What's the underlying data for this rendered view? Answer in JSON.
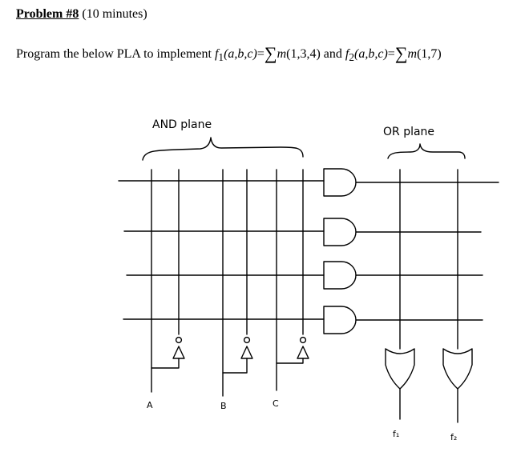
{
  "problem": {
    "title": "Problem #8",
    "time": "(10 minutes)"
  },
  "prompt": {
    "lead": "Program the below PLA to implement",
    "f1": "f",
    "f1_sub": "1",
    "args": "(a,b,c)",
    "eq": "=",
    "sigma": "∑",
    "m": "m",
    "f1_terms": "(1,3,4)",
    "joiner": "and",
    "f2": "f",
    "f2_sub": "2",
    "f2_terms": "(1,7)"
  },
  "diagram": {
    "and_plane_label": "AND plane",
    "or_plane_label": "OR plane",
    "inputs": [
      "A",
      "B",
      "C"
    ],
    "outputs": [
      "f₁",
      "f₂"
    ],
    "and_gate_count": 4,
    "or_gate_count": 2,
    "inverter_count": 3
  }
}
